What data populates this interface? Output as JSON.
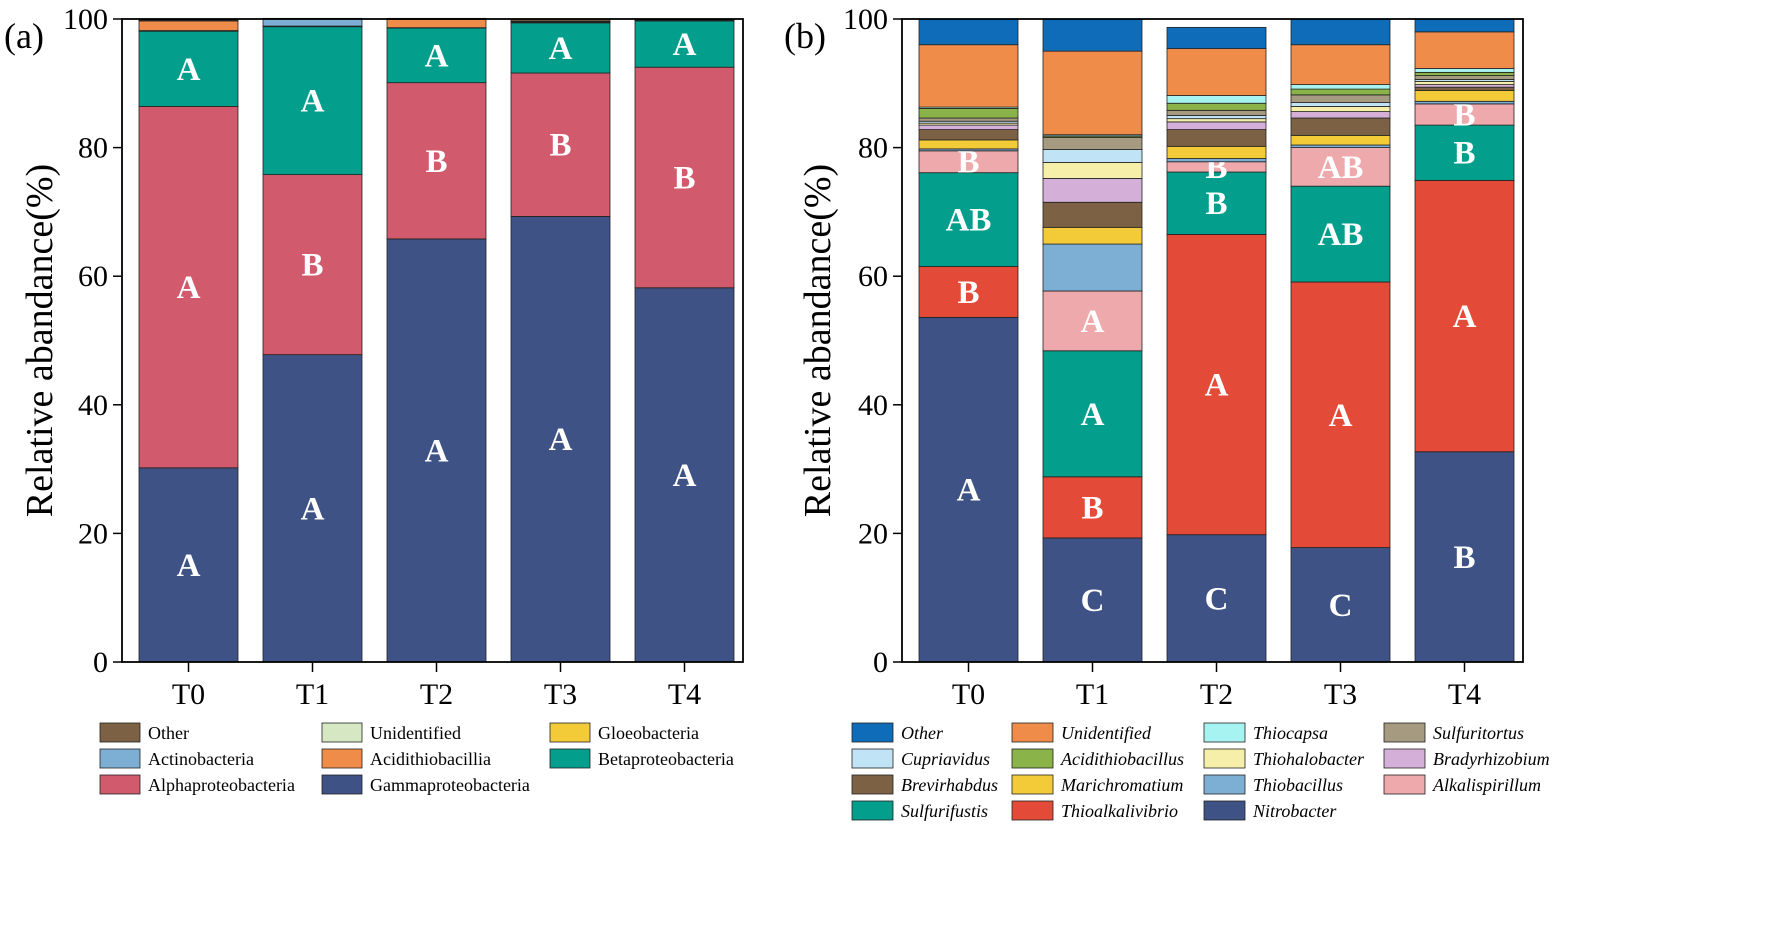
{
  "chart_data": [
    {
      "type": "bar",
      "stacked": true,
      "panel_label": "(a)",
      "ylabel": "Relative abandance(%)",
      "ylim": [
        0,
        100
      ],
      "yticks": [
        "0",
        "20",
        "40",
        "60",
        "80",
        "100"
      ],
      "categories": [
        "T0",
        "T1",
        "T2",
        "T3",
        "T4"
      ],
      "series": [
        {
          "name": "Gammaproteobacteria",
          "color": "#3e5285",
          "values": [
            30.2,
            47.8,
            65.8,
            69.3,
            58.2
          ],
          "letters": [
            "A",
            "A",
            "A",
            "A",
            "A"
          ]
        },
        {
          "name": "Alphaproteobacteria",
          "color": "#d15b6c",
          "values": [
            56.2,
            28.0,
            24.3,
            22.3,
            34.3
          ],
          "letters": [
            "A",
            "B",
            "B",
            "B",
            "B"
          ]
        },
        {
          "name": "Betaproteobacteria",
          "color": "#049e8c",
          "values": [
            11.7,
            23.0,
            8.5,
            7.8,
            7.2
          ],
          "letters": [
            "A",
            "A",
            "A",
            "A",
            "A"
          ]
        },
        {
          "name": "Gloeobacteria",
          "color": "#f3cb38",
          "values": [
            0.1,
            0.05,
            0.05,
            0.05,
            0.05
          ]
        },
        {
          "name": "Acidithiobacillia",
          "color": "#ef8c4a",
          "values": [
            1.5,
            0.05,
            1.3,
            0.1,
            0.05
          ]
        },
        {
          "name": "Actinobacteria",
          "color": "#7daed3",
          "values": [
            0.1,
            1.1,
            0.05,
            0.05,
            0.05
          ]
        },
        {
          "name": "Unidentified",
          "color": "#d5e8c3",
          "values": [
            0.1,
            0.05,
            0.05,
            0.05,
            0.05
          ]
        },
        {
          "name": "Other",
          "color": "#7c6144",
          "values": [
            0.1,
            0.05,
            0.05,
            0.35,
            0.1
          ]
        }
      ],
      "legend": [
        [
          "Other",
          "Unidentified",
          "Gloeobacteria"
        ],
        [
          "Actinobacteria",
          "Acidithiobacillia",
          "Betaproteobacteria"
        ],
        [
          "Alphaproteobacteria",
          "Gammaproteobacteria"
        ]
      ],
      "legend_placement": "below"
    },
    {
      "type": "bar",
      "stacked": true,
      "panel_label": "(b)",
      "ylabel": "Relative abandance(%)",
      "ylim": [
        0,
        100
      ],
      "yticks": [
        "0",
        "20",
        "40",
        "60",
        "80",
        "100"
      ],
      "categories": [
        "T0",
        "T1",
        "T2",
        "T3",
        "T4"
      ],
      "series": [
        {
          "name": "Nitrobacter",
          "color": "#3e5285",
          "values": [
            53.6,
            19.3,
            19.8,
            17.8,
            32.7
          ],
          "letters": [
            "A",
            "C",
            "C",
            "C",
            "B"
          ]
        },
        {
          "name": "Thioalkalivibrio",
          "color": "#e34a37",
          "values": [
            7.9,
            9.5,
            46.7,
            41.3,
            42.2
          ],
          "letters": [
            "B",
            "B",
            "A",
            "A",
            "A"
          ]
        },
        {
          "name": "Sulfurifustis",
          "color": "#049e8c",
          "values": [
            14.6,
            19.6,
            9.7,
            14.9,
            8.6
          ],
          "letters": [
            "AB",
            "A",
            "B",
            "AB",
            "B"
          ]
        },
        {
          "name": "Alkalispirillum",
          "color": "#eda9ab",
          "values": [
            3.4,
            9.3,
            1.6,
            6.0,
            3.3
          ],
          "letters": [
            "B",
            "A",
            "B",
            "AB",
            "B"
          ]
        },
        {
          "name": "Thiobacillus",
          "color": "#7daed3",
          "values": [
            0.3,
            7.3,
            0.5,
            0.4,
            0.4
          ]
        },
        {
          "name": "Marichromatium",
          "color": "#f3cb38",
          "values": [
            1.4,
            2.6,
            1.9,
            1.5,
            1.7
          ]
        },
        {
          "name": "Brevirhabdus",
          "color": "#7c6144",
          "values": [
            1.6,
            3.9,
            2.6,
            2.7,
            0.5
          ]
        },
        {
          "name": "Bradyrhizobium",
          "color": "#d4b0d8",
          "values": [
            0.7,
            3.7,
            1.2,
            1.0,
            0.4
          ]
        },
        {
          "name": "Thiohalobacter",
          "color": "#f6efaa",
          "values": [
            0.3,
            2.5,
            0.5,
            0.8,
            0.5
          ]
        },
        {
          "name": "Cupriavidus",
          "color": "#c1e3f6",
          "values": [
            0.3,
            2.0,
            0.5,
            0.6,
            0.3
          ]
        },
        {
          "name": "Sulfuritortus",
          "color": "#a69a81",
          "values": [
            0.5,
            1.9,
            0.8,
            1.2,
            0.6
          ]
        },
        {
          "name": "Acidithiobacillus",
          "color": "#8ab34a",
          "values": [
            1.5,
            0.2,
            1.1,
            0.9,
            0.5
          ]
        },
        {
          "name": "Thiocapsa",
          "color": "#a7f3f1",
          "values": [
            0.2,
            0.2,
            1.2,
            0.7,
            0.6
          ]
        },
        {
          "name": "Unidentified",
          "color": "#ef8c4a",
          "values": [
            9.7,
            13.0,
            7.3,
            6.2,
            5.7
          ]
        },
        {
          "name": "Other",
          "color": "#0e6cb8",
          "values": [
            4.0,
            5.0,
            3.3,
            4.0,
            2.0
          ]
        }
      ],
      "legend": [
        [
          "Other",
          "Unidentified",
          "Thiocapsa",
          "Sulfuritortus"
        ],
        [
          "Cupriavidus",
          "Acidithiobacillus",
          "Thiohalobacter",
          "Bradyrhizobium"
        ],
        [
          "Brevirhabdus",
          "Marichromatium",
          "Thiobacillus",
          "Alkalispirillum"
        ],
        [
          "Sulfurifustis",
          "Thioalkalivibrio",
          "Nitrobacter"
        ]
      ],
      "legend_placement": "below",
      "legend_italic": true
    }
  ]
}
